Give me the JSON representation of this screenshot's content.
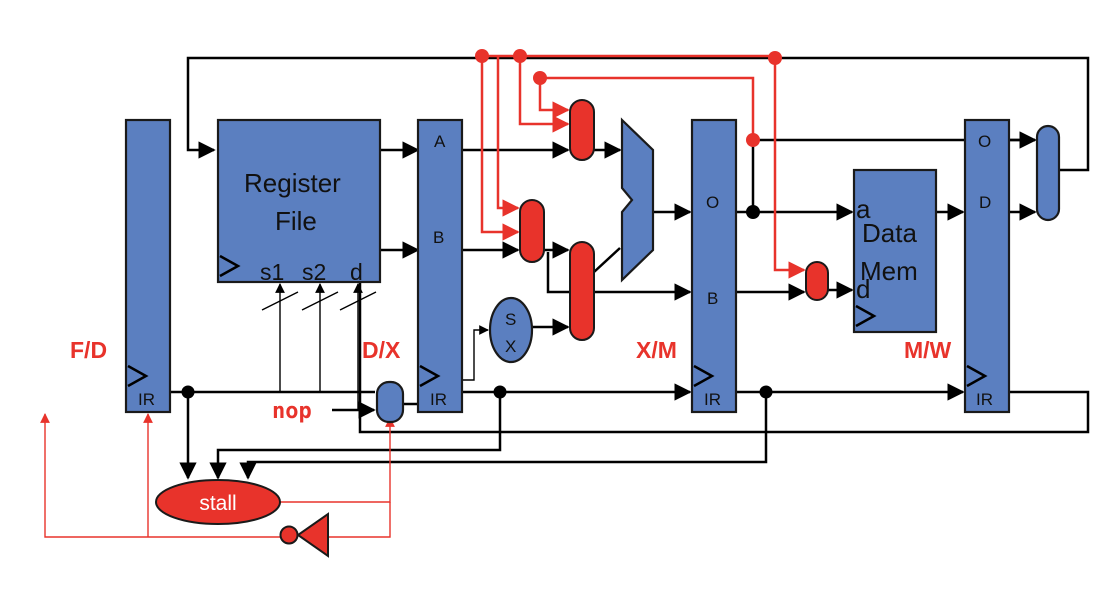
{
  "stages": {
    "fd": "F/D",
    "dx": "D/X",
    "xm": "X/M",
    "mw": "M/W"
  },
  "register_file": {
    "title_line1": "Register",
    "title_line2": "File",
    "port_s1": "s1",
    "port_s2": "s2",
    "port_d": "d"
  },
  "data_mem": {
    "title_line1": "Data",
    "title_line2": "Mem",
    "port_a": "a",
    "port_d": "d"
  },
  "pipeline_regs": {
    "fd_ir": "IR",
    "dx_a": "A",
    "dx_b": "B",
    "dx_ir": "IR",
    "xm_o": "O",
    "xm_b": "B",
    "xm_ir": "IR",
    "mw_o": "O",
    "mw_d": "D",
    "mw_ir": "IR"
  },
  "sign_extend": {
    "s": "S",
    "x": "X"
  },
  "nop_label": "nop",
  "stall_label": "stall",
  "colors": {
    "block_blue": "#5b7fc0",
    "forward_red": "#e8332b"
  }
}
